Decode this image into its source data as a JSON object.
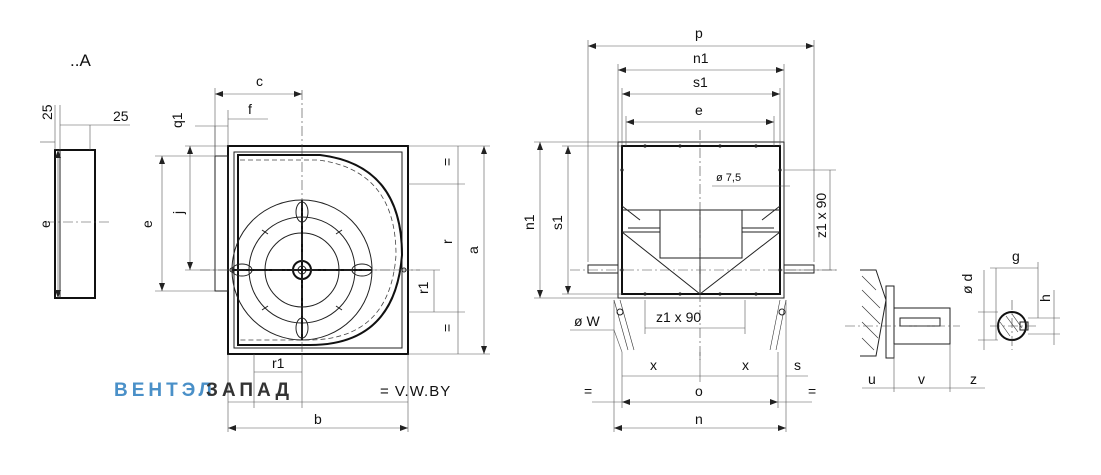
{
  "view_label": "..A",
  "watermark": {
    "brand_blue": "ВЕНТЭЛ",
    "brand_dark": "ЗАПАД",
    "site": "= V.W.BY",
    "color_blue": "#4a90c8",
    "color_dark": "#333333"
  },
  "labels": {
    "dim_25_top": "25",
    "dim_25_right": "25",
    "e_side": "e",
    "c": "c",
    "f": "f",
    "q1": "q1",
    "e_front": "e",
    "j": "j",
    "r": "r",
    "a": "a",
    "r1_right": "r1",
    "r1_bottom": "r1",
    "eq_upper": "=",
    "eq_lower": "=",
    "b": "b",
    "p": "p",
    "n1_top": "n1",
    "s1_top": "s1",
    "e_top": "e",
    "n1_left": "n1",
    "s1_left": "s1",
    "hole_dia": "ø 7,5",
    "z1_90_vert": "z1 x 90",
    "z1_90_horiz": "z1 x 90",
    "w": "ø W",
    "x_left": "x",
    "x_right": "x",
    "s": "s",
    "eq_bl": "=",
    "eq_br": "=",
    "o": "o",
    "n": "n",
    "d": "ø d",
    "g": "g",
    "h": "h",
    "u": "u",
    "v": "v",
    "z": "z"
  }
}
